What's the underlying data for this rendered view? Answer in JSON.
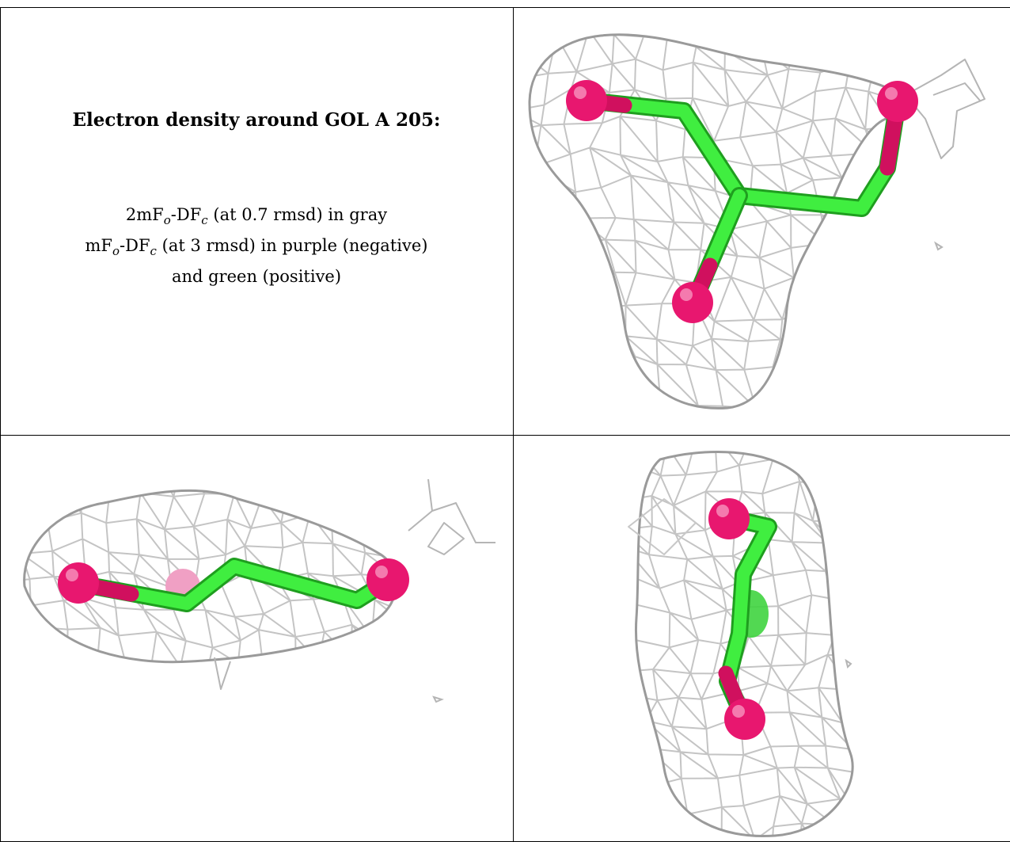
{
  "caption": {
    "title": "Electron density around GOL A 205:",
    "line1": {
      "main": "2mF",
      "sub1": "o",
      "mid": "-DF",
      "sub2": "c",
      "tail": " (at 0.7 rmsd) in gray"
    },
    "line2": {
      "main": "mF",
      "sub1": "o",
      "mid": "-DF",
      "sub2": "c",
      "tail": " (at 3 rmsd) in purple (negative)"
    },
    "line3": "and green (positive)"
  },
  "colors": {
    "mesh": "#a9a9a9",
    "oxygen": "#e8176f",
    "carbon": "#33e633",
    "grid": "#000000"
  },
  "views": [
    "top",
    "front",
    "side"
  ]
}
